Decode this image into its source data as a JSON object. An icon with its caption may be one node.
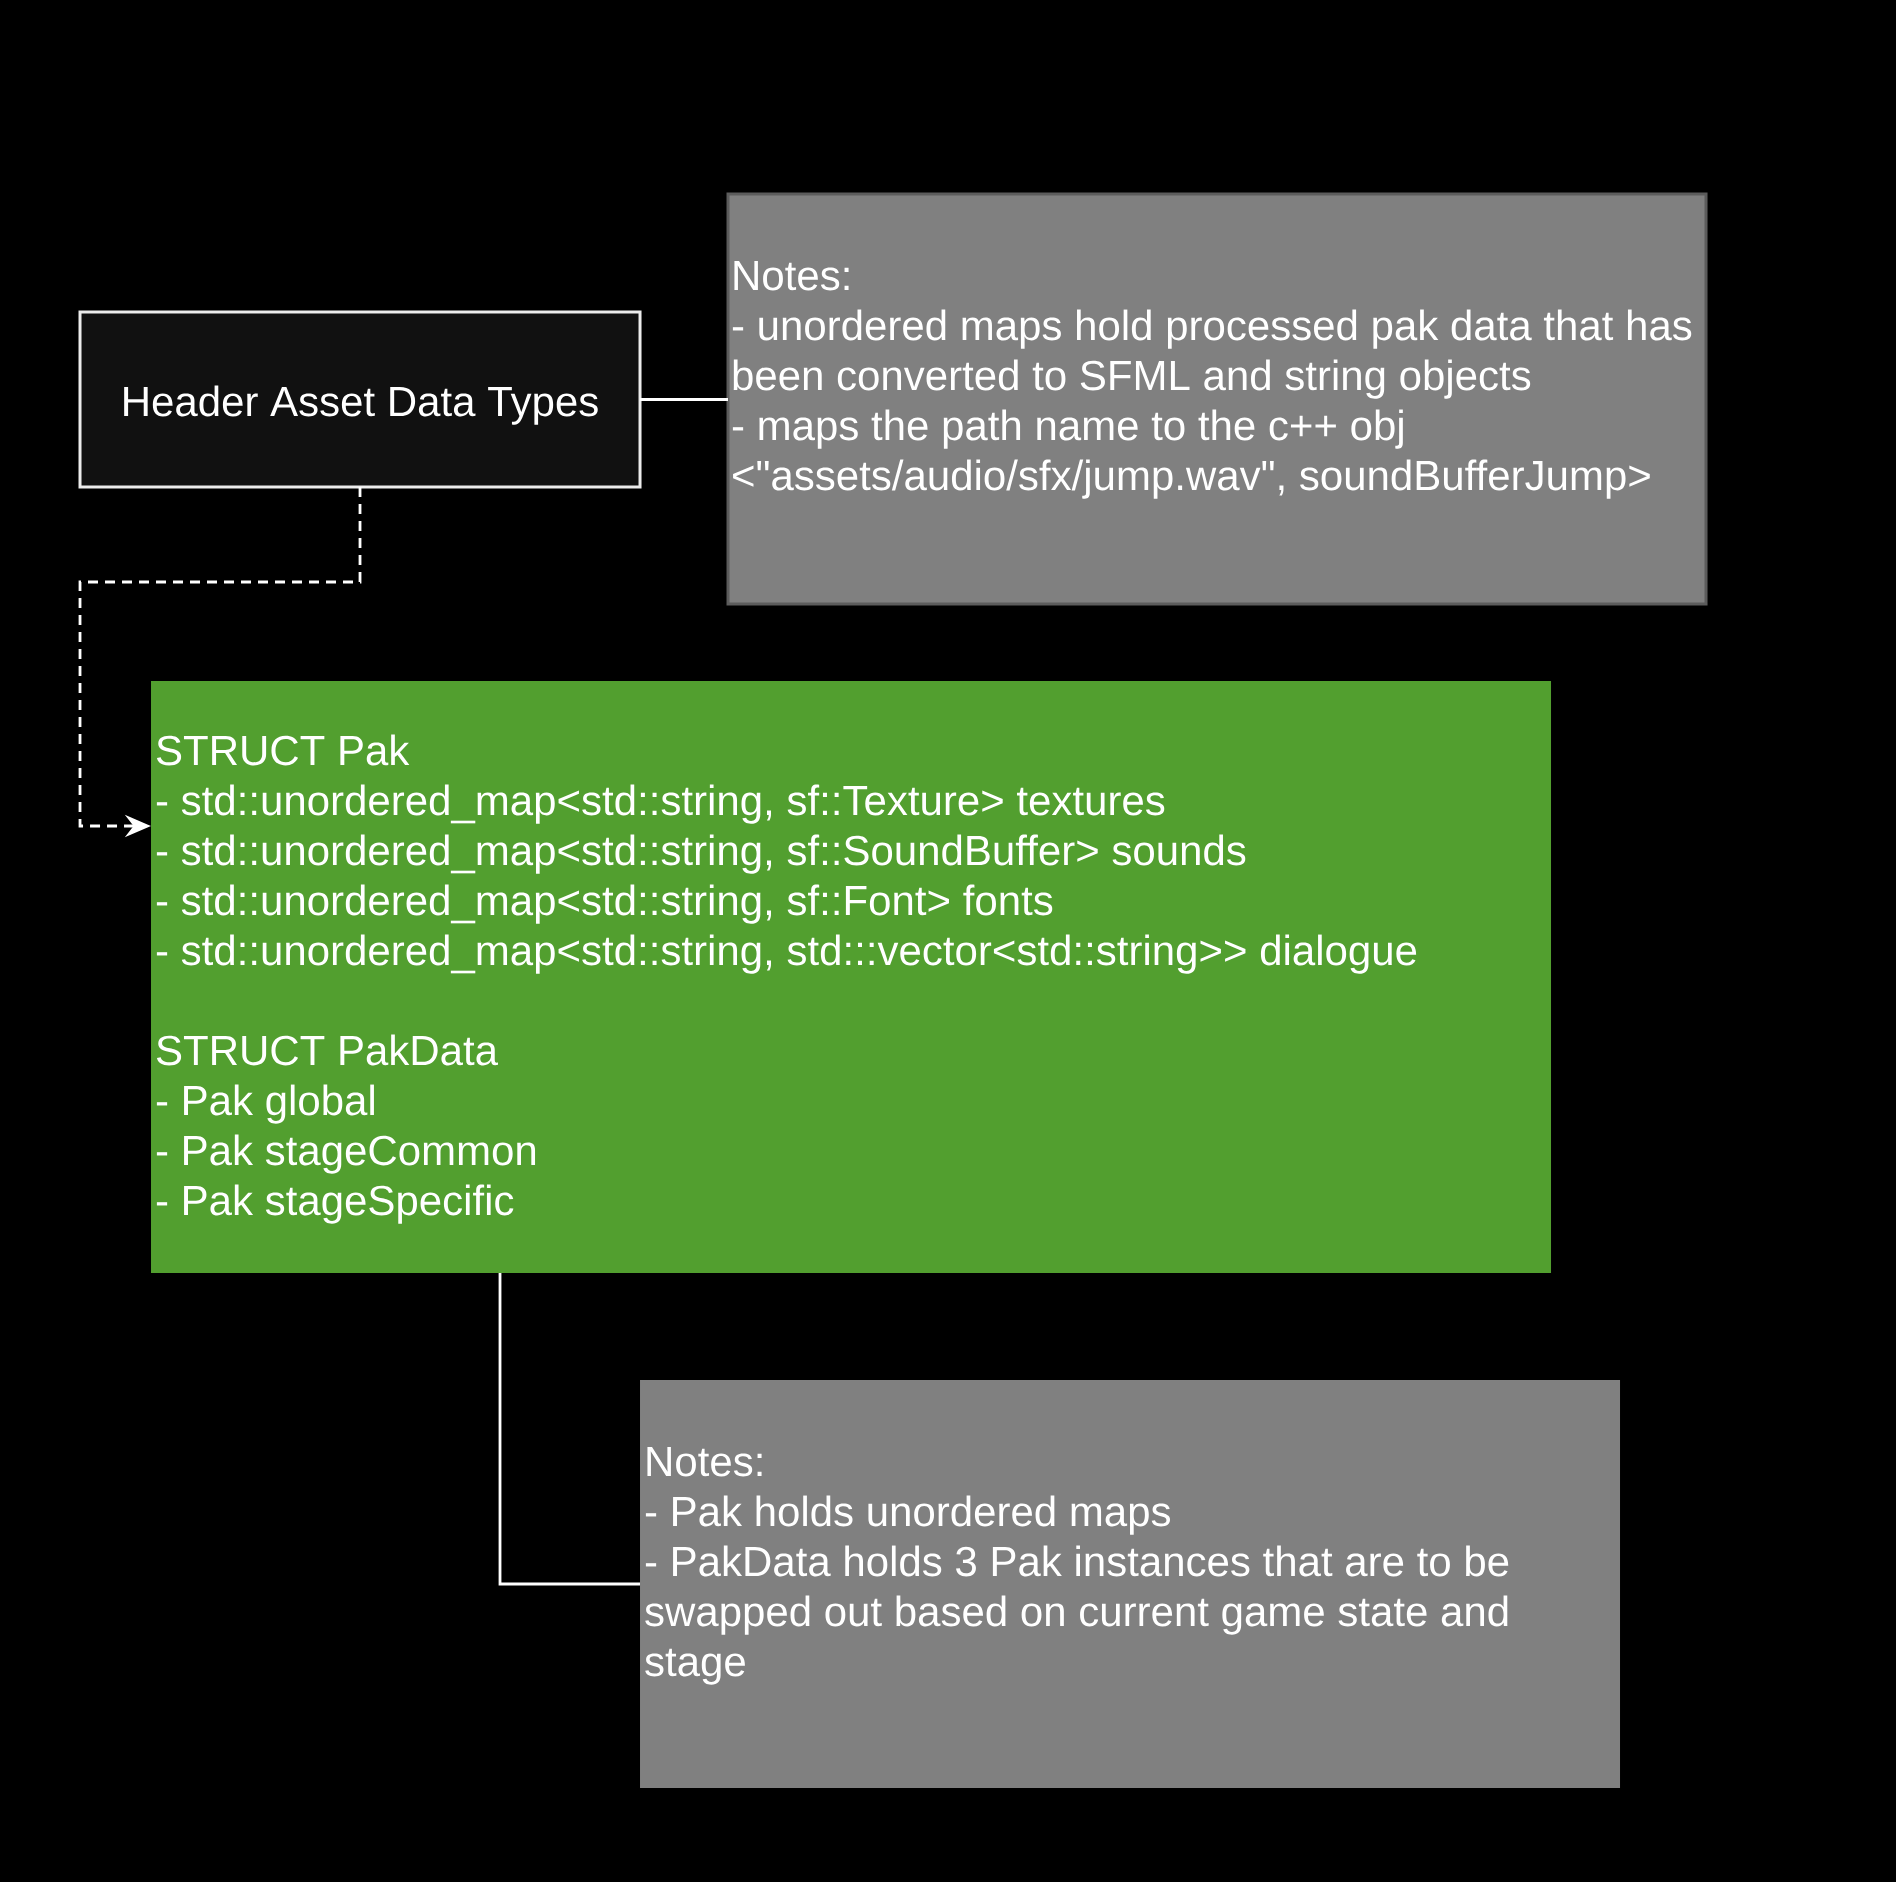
{
  "diagram": {
    "nodes": [
      {
        "text": [
          "Header Asset Data Types"
        ]
      },
      {
        "text": [
          "Notes:",
          "- unordered maps hold processed pak data that has been converted to SFML and string objects",
          "- maps the path name to the c++ obj <\"assets/audio/sfx/jump.wav\", soundBufferJump>"
        ]
      },
      {
        "text": [
          "STRUCT Pak",
          "- std::unordered_map<std::string, sf::Texture> textures",
          "- std::unordered_map<std::string, sf::SoundBuffer> sounds",
          "- std::unordered_map<std::string, sf::Font> fonts",
          "- std::unordered_map<std::string, std:::vector<std::string>> dialogue",
          "STRUCT PakData",
          "- Pak global",
          "- Pak stageCommon",
          "- Pak stageSpecific"
        ]
      },
      {
        "text": [
          "Notes:",
          "- Pak holds unordered maps",
          "- PakData holds 3 Pak instances that are to be swapped out based on current game state and stage"
        ]
      }
    ],
    "edges": [
      {
        "from": 0,
        "to": 1,
        "arrow": "none"
      },
      {
        "from": 0,
        "to": 2,
        "arrow": "to",
        "style": "dashed"
      },
      {
        "from": 2,
        "to": 3,
        "arrow": "none"
      }
    ]
  }
}
